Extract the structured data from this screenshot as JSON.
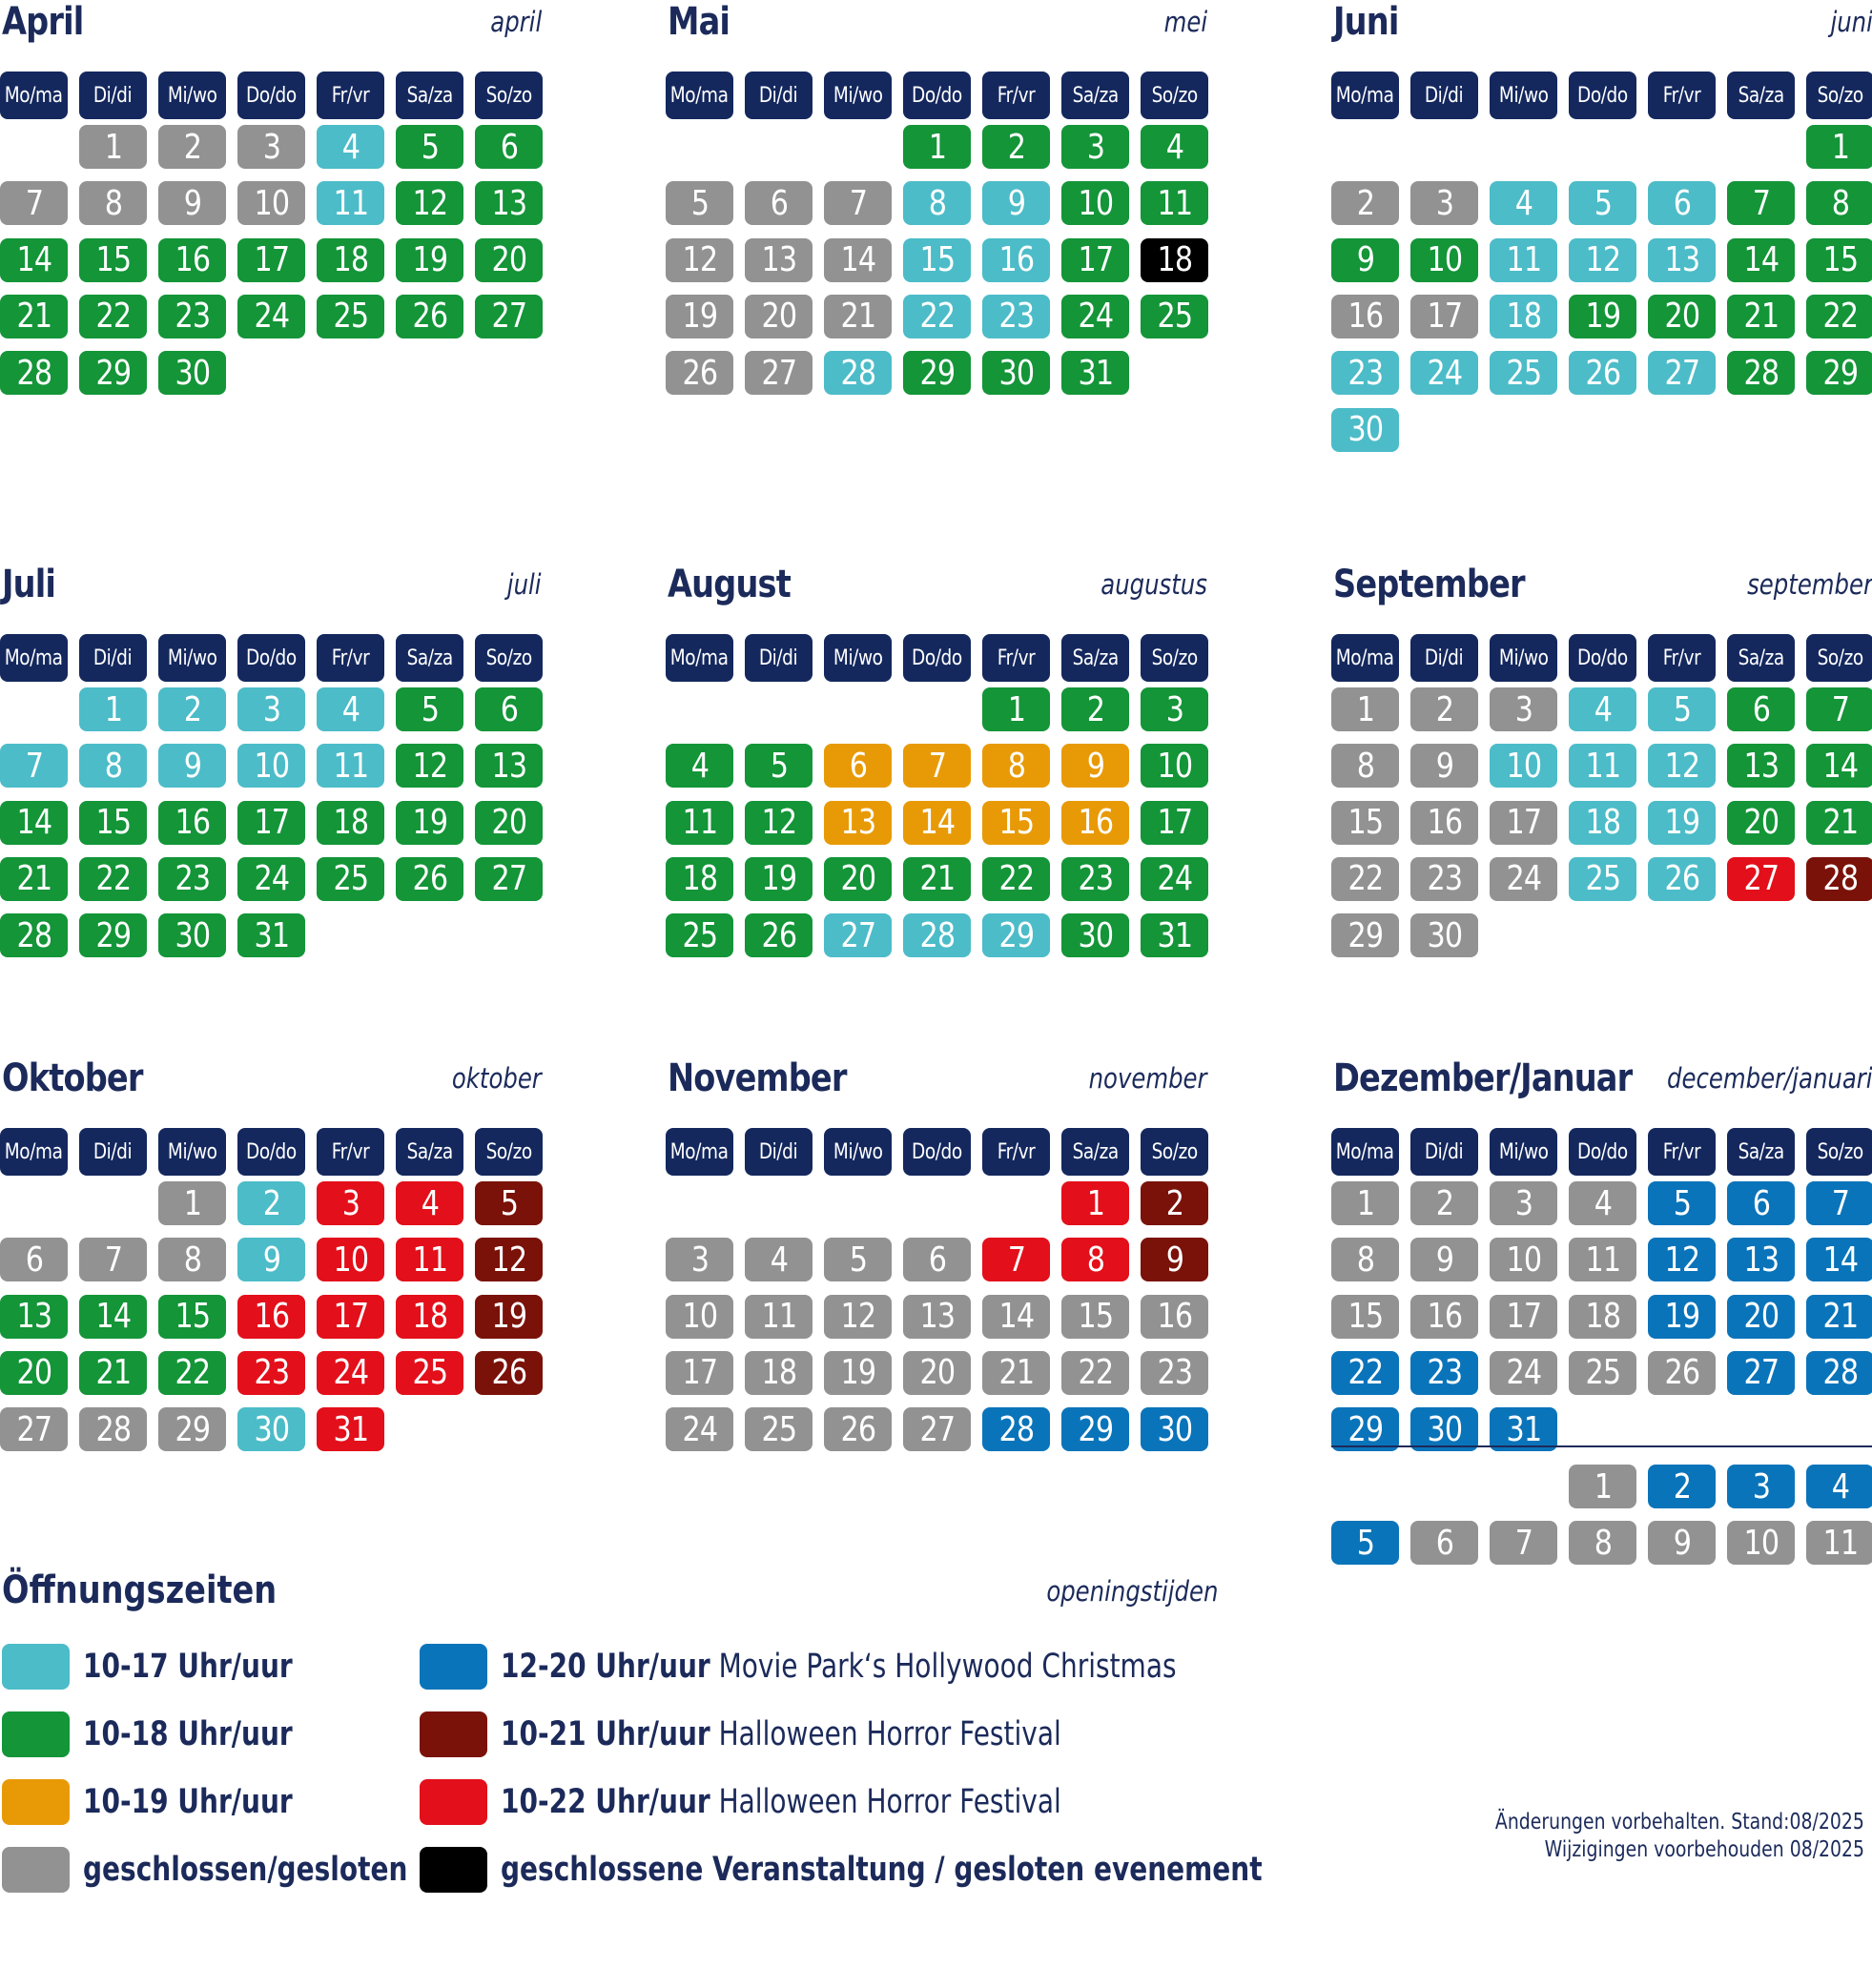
{
  "colors": {
    "c17": "#4cbcc8",
    "c18": "#139538",
    "c19": "#e89a06",
    "closed": "#929292",
    "xmas": "#0a74ba",
    "hhf21": "#7a1209",
    "hhf22": "#e30f1a",
    "event": "#000000",
    "header": "#14285e"
  },
  "weekdays": [
    "Mo/ma",
    "Di/di",
    "Mi/wo",
    "Do/do",
    "Fr/vr",
    "Sa/za",
    "So/zo"
  ],
  "months": [
    {
      "title": "April",
      "subtitle": "april",
      "offset": 1,
      "days": [
        "x",
        "x",
        "x",
        "a",
        "g",
        "g",
        "x",
        "x",
        "x",
        "x",
        "a",
        "g",
        "g",
        "g",
        "g",
        "g",
        "g",
        "g",
        "g",
        "g",
        "g",
        "g",
        "g",
        "g",
        "g",
        "g",
        "g",
        "g",
        "g",
        "g"
      ]
    },
    {
      "title": "Mai",
      "subtitle": "mei",
      "offset": 3,
      "days": [
        "g",
        "g",
        "g",
        "g",
        "x",
        "x",
        "x",
        "a",
        "a",
        "g",
        "g",
        "x",
        "x",
        "x",
        "a",
        "a",
        "g",
        "k",
        "x",
        "x",
        "x",
        "a",
        "a",
        "g",
        "g",
        "x",
        "x",
        "a",
        "g",
        "g",
        "g"
      ]
    },
    {
      "title": "Juni",
      "subtitle": "juni",
      "offset": 6,
      "days": [
        "g",
        "x",
        "x",
        "a",
        "a",
        "a",
        "g",
        "g",
        "g",
        "g",
        "a",
        "a",
        "a",
        "g",
        "g",
        "x",
        "x",
        "a",
        "g",
        "g",
        "g",
        "g",
        "a",
        "a",
        "a",
        "a",
        "a",
        "g",
        "g",
        "a"
      ]
    },
    {
      "title": "Juli",
      "subtitle": "juli",
      "offset": 1,
      "days": [
        "a",
        "a",
        "a",
        "a",
        "g",
        "g",
        "a",
        "a",
        "a",
        "a",
        "a",
        "g",
        "g",
        "g",
        "g",
        "g",
        "g",
        "g",
        "g",
        "g",
        "g",
        "g",
        "g",
        "g",
        "g",
        "g",
        "g",
        "g",
        "g",
        "g",
        "g"
      ]
    },
    {
      "title": "August",
      "subtitle": "augustus",
      "offset": 4,
      "days": [
        "g",
        "g",
        "g",
        "g",
        "g",
        "o",
        "o",
        "o",
        "o",
        "g",
        "g",
        "g",
        "o",
        "o",
        "o",
        "o",
        "g",
        "g",
        "g",
        "g",
        "g",
        "g",
        "g",
        "g",
        "g",
        "g",
        "a",
        "a",
        "a",
        "g",
        "g"
      ]
    },
    {
      "title": "September",
      "subtitle": "september",
      "offset": 0,
      "days": [
        "x",
        "x",
        "x",
        "a",
        "a",
        "g",
        "g",
        "x",
        "x",
        "a",
        "a",
        "a",
        "g",
        "g",
        "x",
        "x",
        "x",
        "a",
        "a",
        "g",
        "g",
        "x",
        "x",
        "x",
        "a",
        "a",
        "r",
        "d",
        "x",
        "x"
      ]
    },
    {
      "title": "Oktober",
      "subtitle": "oktober",
      "offset": 2,
      "days": [
        "x",
        "a",
        "r",
        "r",
        "d",
        "x",
        "x",
        "x",
        "a",
        "r",
        "r",
        "d",
        "g",
        "g",
        "g",
        "r",
        "r",
        "r",
        "d",
        "g",
        "g",
        "g",
        "r",
        "r",
        "r",
        "d",
        "x",
        "x",
        "x",
        "a",
        "r"
      ]
    },
    {
      "title": "November",
      "subtitle": "november",
      "offset": 5,
      "days": [
        "r",
        "d",
        "x",
        "x",
        "x",
        "x",
        "r",
        "r",
        "d",
        "x",
        "x",
        "x",
        "x",
        "x",
        "x",
        "x",
        "x",
        "x",
        "x",
        "x",
        "x",
        "x",
        "x",
        "x",
        "x",
        "x",
        "x",
        "b",
        "b",
        "b"
      ]
    },
    {
      "title": "Dezember/Januar",
      "subtitle": "december/januari",
      "offset": 0,
      "days": [
        "x",
        "x",
        "x",
        "x",
        "b",
        "b",
        "b",
        "x",
        "x",
        "x",
        "x",
        "b",
        "b",
        "b",
        "x",
        "x",
        "x",
        "x",
        "b",
        "b",
        "b",
        "b",
        "b",
        "x",
        "x",
        "x",
        "b",
        "b",
        "b",
        "b",
        "b"
      ],
      "extra": {
        "offset": 3,
        "days": [
          "x",
          "b",
          "b",
          "b",
          "b",
          "x",
          "x",
          "x",
          "x",
          "x",
          "x"
        ]
      }
    }
  ],
  "legend": {
    "title": "Öffnungszeiten",
    "subtitle": "openingstijden",
    "items": [
      {
        "key": "a",
        "bold": "10-17 Uhr/uur",
        "rest": ""
      },
      {
        "key": "g",
        "bold": "10-18 Uhr/uur",
        "rest": ""
      },
      {
        "key": "o",
        "bold": "10-19 Uhr/uur",
        "rest": ""
      },
      {
        "key": "x",
        "bold": "geschlossen/gesloten",
        "rest": ""
      },
      {
        "key": "b",
        "bold": "12-20 Uhr/uur",
        "rest": " Movie Park‘s Hollywood Christmas"
      },
      {
        "key": "d",
        "bold": "10-21 Uhr/uur",
        "rest": " Halloween Horror Festival"
      },
      {
        "key": "r",
        "bold": "10-22 Uhr/uur",
        "rest": " Halloween Horror Festival"
      },
      {
        "key": "k",
        "bold": "geschlossene Veranstaltung / gesloten evenement",
        "rest": ""
      }
    ]
  },
  "notes": {
    "line1": "Änderungen vorbehalten. Stand:08/2025",
    "line2": "Wijzigingen voorbehouden 08/2025"
  }
}
